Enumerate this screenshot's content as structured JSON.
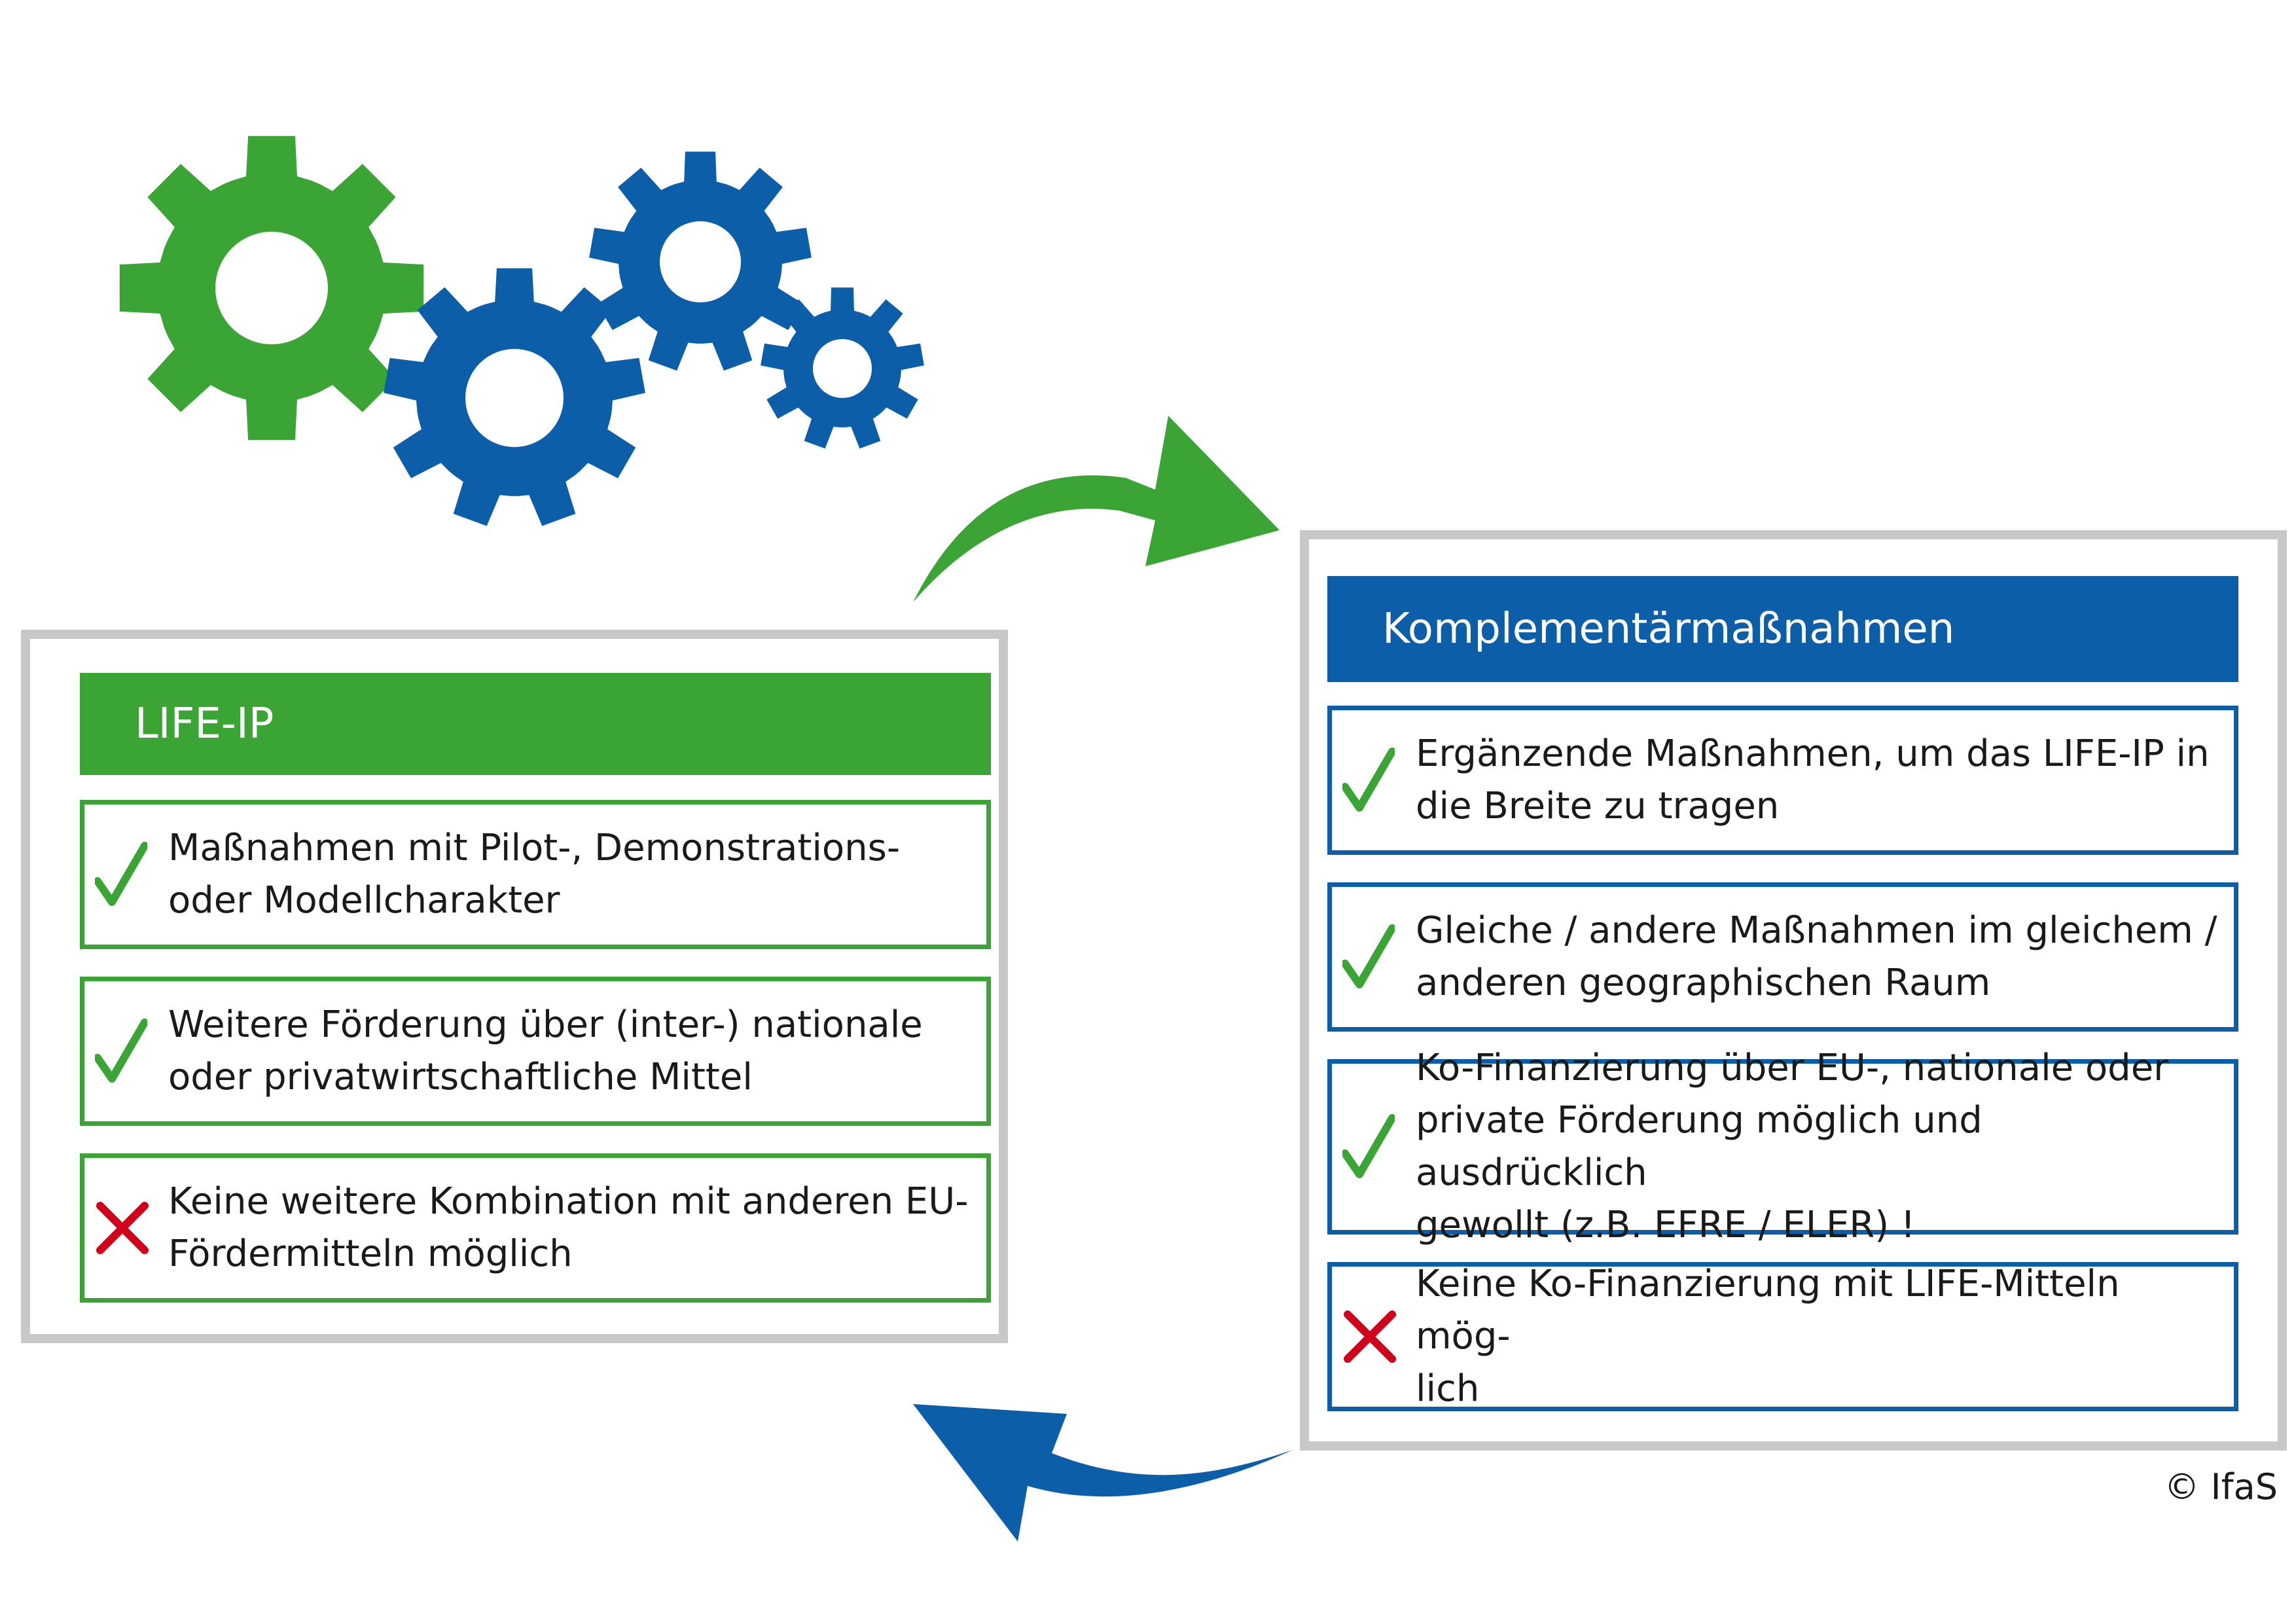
{
  "colors": {
    "green": "#3aa535",
    "blue": "#0c5ea9",
    "panel_border": "#c8c8c8",
    "cross": "#d0021b"
  },
  "icons": [
    "gear-icon",
    "check-icon",
    "cross-icon",
    "curved-arrow-icon"
  ],
  "left_panel": {
    "title": "LIFE-IP",
    "items": [
      {
        "icon": "check",
        "text": "Maßnahmen mit Pilot-, Demonstrations-\noder Modellcharakter"
      },
      {
        "icon": "check",
        "text": "Weitere Förderung über (inter-) nationale\noder privatwirtschaftliche Mittel"
      },
      {
        "icon": "cross",
        "text": "Keine weitere Kombination mit anderen EU-\nFördermitteln möglich"
      }
    ]
  },
  "right_panel": {
    "title": "Komplementärmaßnahmen",
    "items": [
      {
        "icon": "check",
        "text": "Ergänzende Maßnahmen, um das LIFE-IP in\ndie Breite zu tragen"
      },
      {
        "icon": "check",
        "text": "Gleiche / andere Maßnahmen im gleichem /\nanderen geographischen Raum"
      },
      {
        "icon": "check",
        "text": "Ko-Finanzierung über EU-, nationale oder\nprivate Förderung möglich und ausdrücklich\ngewollt (z.B. EFRE / ELER) !"
      },
      {
        "icon": "cross",
        "text": "Keine Ko-Finanzierung mit LIFE-Mitteln mög-\nlich"
      }
    ]
  },
  "copyright": "© IfaS"
}
